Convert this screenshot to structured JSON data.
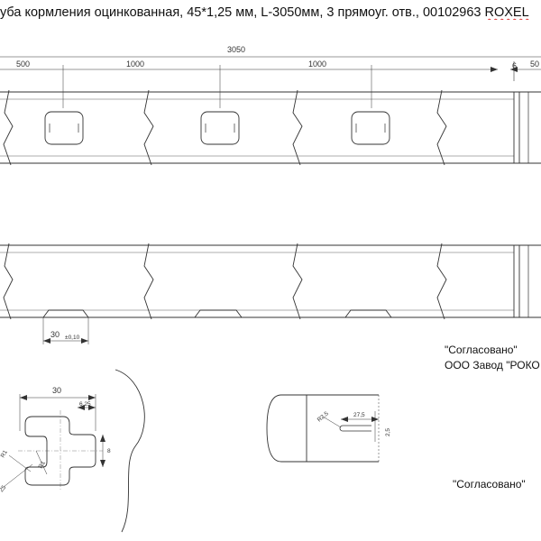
{
  "title": {
    "text_before": "уба кормления оцинкованная, 45*1,25 мм, L-3050мм, 3 прямоуг. отв., 00102963 ",
    "text_marked": "ROXEL"
  },
  "top_view": {
    "dim_total": "3050",
    "dim_first": "500",
    "dim_pitch_1": "1000",
    "dim_pitch_2": "1000",
    "dim_socket": "6",
    "dim_end": "50"
  },
  "side_view": {
    "dim_slot_width": "30",
    "dim_tolerance": "±0,10"
  },
  "hole_detail": {
    "dim_width": "30",
    "dim_neck": "6,25",
    "dim_height": "8",
    "dim_radius_a": "R1",
    "dim_radius_b": "R1",
    "dim_diameter": "25"
  },
  "end_detail": {
    "dim_radius": "R2,5",
    "dim_length": "27,5",
    "dim_height": "2,5"
  },
  "approval_1": {
    "line_1": "\"Согласовано\"",
    "line_2": "ООО Завод \"РОКО"
  },
  "approval_2": {
    "line_1": "\"Согласовано\""
  }
}
